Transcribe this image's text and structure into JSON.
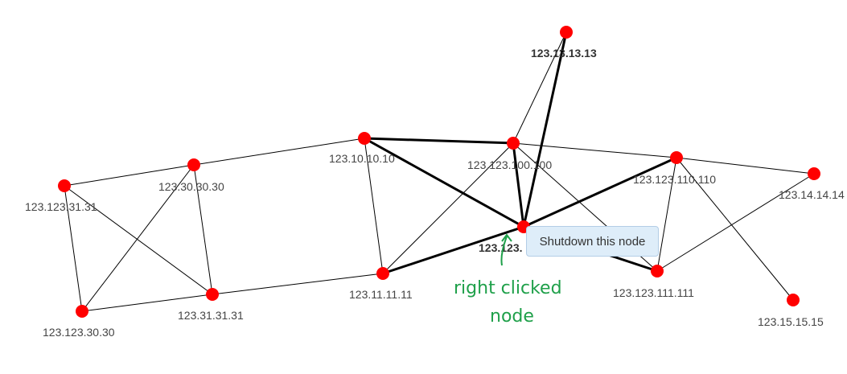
{
  "colors": {
    "node": "#ff0000",
    "edge": "#000000",
    "label": "#444444",
    "menu_bg": "#deedf9",
    "annotation": "#1fa04a"
  },
  "nodes": [
    {
      "id": "n13",
      "label": "123.13.13.13",
      "bold": true
    },
    {
      "id": "n10",
      "label": "123.10.10.10",
      "bold": false
    },
    {
      "id": "n100",
      "label": "123.123.100.100",
      "bold": false
    },
    {
      "id": "n110",
      "label": "123.123.110.110",
      "bold": false
    },
    {
      "id": "n14",
      "label": "123.14.14.14",
      "bold": false
    },
    {
      "id": "n30",
      "label": "123.30.30.30",
      "bold": false
    },
    {
      "id": "n31a",
      "label": "123.123.31.31",
      "bold": false
    },
    {
      "id": "nR",
      "label": "123.123.",
      "bold": true
    },
    {
      "id": "n11",
      "label": "123.11.11.11",
      "bold": false
    },
    {
      "id": "n111",
      "label": "123.123.111.111",
      "bold": false
    },
    {
      "id": "n15",
      "label": "123.15.15.15",
      "bold": false
    },
    {
      "id": "n3030",
      "label": "123.123.30.30",
      "bold": false
    },
    {
      "id": "n31",
      "label": "123.31.31.31",
      "bold": false
    }
  ],
  "edges": [
    {
      "from": "n13",
      "to": "n100",
      "bold": false
    },
    {
      "from": "n13",
      "to": "nR",
      "bold": true
    },
    {
      "from": "n10",
      "to": "n100",
      "bold": true
    },
    {
      "from": "n10",
      "to": "nR",
      "bold": true
    },
    {
      "from": "n10",
      "to": "n11",
      "bold": false
    },
    {
      "from": "n10",
      "to": "n30",
      "bold": false
    },
    {
      "from": "n100",
      "to": "nR",
      "bold": true
    },
    {
      "from": "n100",
      "to": "n11",
      "bold": false
    },
    {
      "from": "n100",
      "to": "n110",
      "bold": false
    },
    {
      "from": "n100",
      "to": "n111",
      "bold": false
    },
    {
      "from": "nR",
      "to": "n110",
      "bold": true
    },
    {
      "from": "nR",
      "to": "n11",
      "bold": true
    },
    {
      "from": "nR",
      "to": "n111",
      "bold": true
    },
    {
      "from": "n110",
      "to": "n14",
      "bold": false
    },
    {
      "from": "n110",
      "to": "n111",
      "bold": false
    },
    {
      "from": "n110",
      "to": "n15",
      "bold": false
    },
    {
      "from": "n14",
      "to": "n111",
      "bold": false
    },
    {
      "from": "n11",
      "to": "n31",
      "bold": false
    },
    {
      "from": "n30",
      "to": "n31a",
      "bold": false
    },
    {
      "from": "n30",
      "to": "n31",
      "bold": false
    },
    {
      "from": "n30",
      "to": "n3030",
      "bold": false
    },
    {
      "from": "n31a",
      "to": "n31",
      "bold": false
    },
    {
      "from": "n31a",
      "to": "n3030",
      "bold": false
    },
    {
      "from": "n3030",
      "to": "n31",
      "bold": false
    }
  ],
  "context_menu": {
    "item_label": "Shutdown this node"
  },
  "annotation": {
    "line1": "right clicked",
    "line2": "node"
  }
}
